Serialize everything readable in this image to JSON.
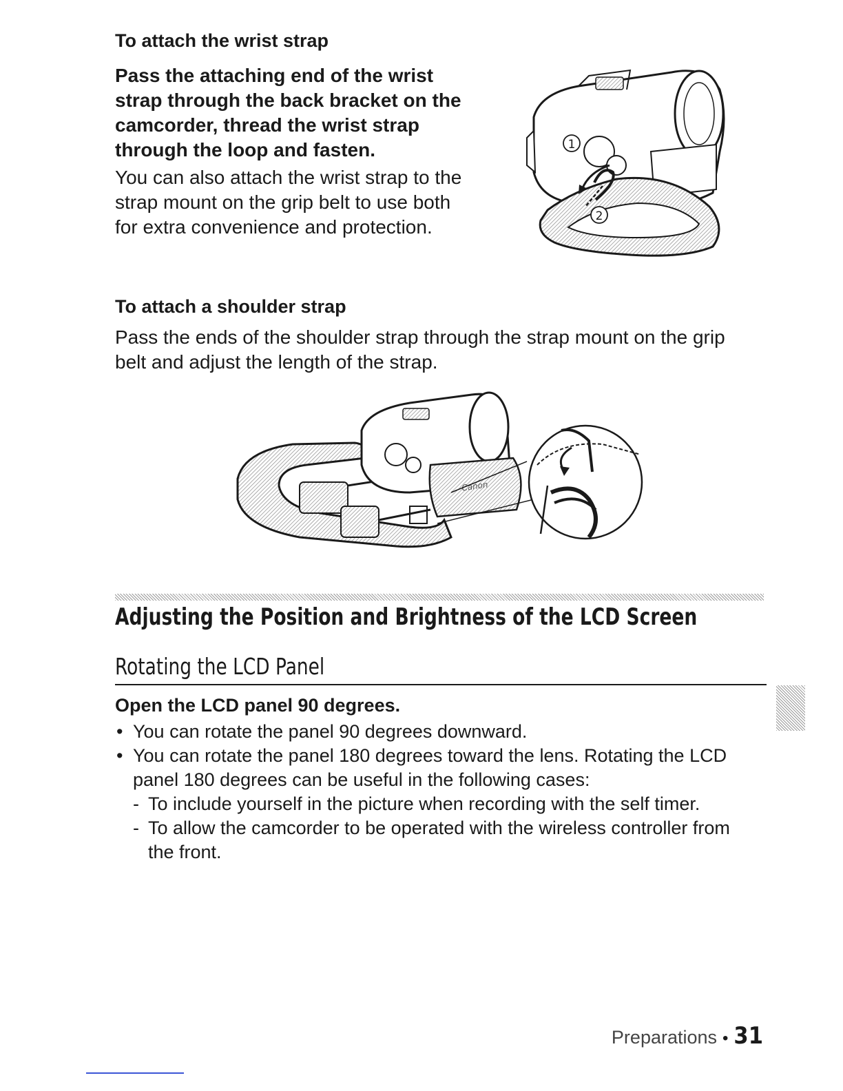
{
  "wrist": {
    "heading": "To attach the wrist strap",
    "step_lines": [
      "Pass the attaching end of the wrist",
      "strap through the back bracket on the",
      "camcorder, thread the wrist strap",
      "through the loop and fasten."
    ],
    "body_lines": [
      "You can also attach the wrist strap to the",
      "strap mount on the grip belt to use both",
      "for extra convenience and protection."
    ],
    "callout_1": "1",
    "callout_2": "2"
  },
  "shoulder": {
    "heading": "To attach a shoulder strap",
    "body_lines": [
      "Pass the ends of the shoulder strap through the strap mount on the grip",
      "belt and adjust the length of the strap."
    ],
    "brand_mark": "Canon"
  },
  "section": {
    "title": "Adjusting the Position and Brightness of the LCD Screen",
    "subtitle": "Rotating the LCD Panel",
    "step": "Open the LCD panel 90 degrees.",
    "bullets": [
      "You can rotate the panel 90 degrees downward.",
      "You can rotate the panel 180 degrees toward the lens. Rotating the LCD panel 180 degrees can be useful in the following cases:"
    ],
    "bullet_symbol": "•",
    "sub_bullets": [
      "To include yourself in the picture when recording with the self timer.",
      "To allow the camcorder to be operated with the wireless controller from the front."
    ],
    "sub_symbol": "-"
  },
  "footer": {
    "chapter": "Preparations",
    "separator": "•",
    "page_number": "31"
  }
}
